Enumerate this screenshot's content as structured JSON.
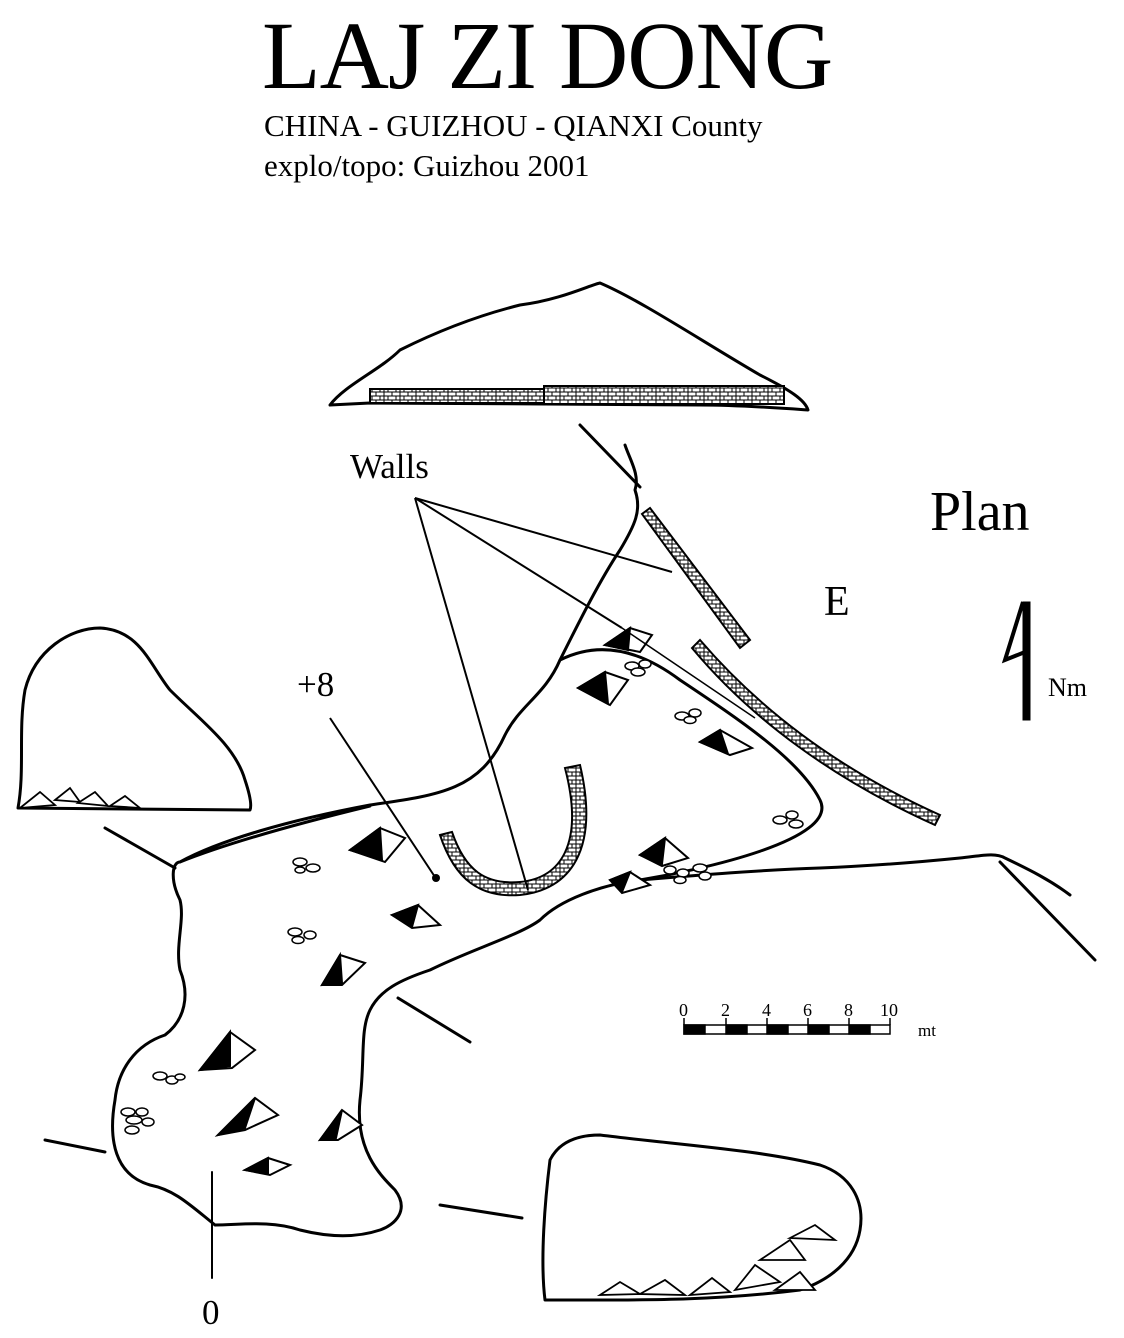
{
  "title": "LAJ ZI DONG",
  "location": "CHINA - GUIZHOU - QIANXI County",
  "exploration": "explo/topo: Guizhou 2001",
  "labels": {
    "walls": "Walls",
    "plan": "Plan",
    "east": "E",
    "north": "Nm",
    "station_upper": "+8",
    "station_entrance": "0"
  },
  "scale_bar": {
    "ticks": [
      "0",
      "2",
      "4",
      "6",
      "8",
      "10"
    ],
    "unit": "mt"
  },
  "colors": {
    "ink": "#000000",
    "paper": "#ffffff"
  }
}
